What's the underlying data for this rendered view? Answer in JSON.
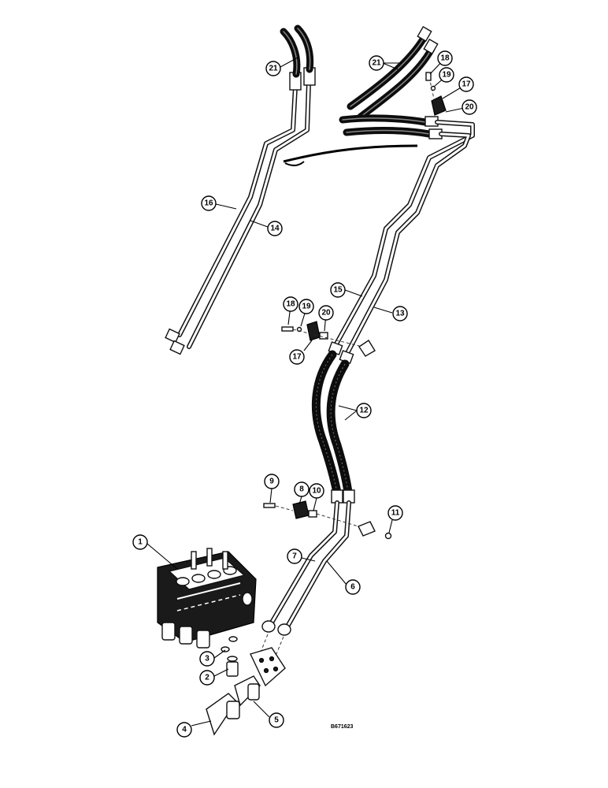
{
  "diagram": {
    "part_number": "B671623",
    "callouts": [
      {
        "id": "c1",
        "label": "1"
      },
      {
        "id": "c2",
        "label": "2"
      },
      {
        "id": "c3",
        "label": "3"
      },
      {
        "id": "c4",
        "label": "4"
      },
      {
        "id": "c5",
        "label": "5"
      },
      {
        "id": "c6",
        "label": "6"
      },
      {
        "id": "c7",
        "label": "7"
      },
      {
        "id": "c8",
        "label": "8"
      },
      {
        "id": "c9",
        "label": "9"
      },
      {
        "id": "c10",
        "label": "10"
      },
      {
        "id": "c11",
        "label": "11"
      },
      {
        "id": "c12",
        "label": "12"
      },
      {
        "id": "c13",
        "label": "13"
      },
      {
        "id": "c14",
        "label": "14"
      },
      {
        "id": "c15",
        "label": "15"
      },
      {
        "id": "c16",
        "label": "16"
      },
      {
        "id": "c17a",
        "label": "17"
      },
      {
        "id": "c17b",
        "label": "17"
      },
      {
        "id": "c18a",
        "label": "18"
      },
      {
        "id": "c18b",
        "label": "18"
      },
      {
        "id": "c19a",
        "label": "19"
      },
      {
        "id": "c19b",
        "label": "19"
      },
      {
        "id": "c20a",
        "label": "20"
      },
      {
        "id": "c20b",
        "label": "20"
      },
      {
        "id": "c21a",
        "label": "21"
      },
      {
        "id": "c21b",
        "label": "21"
      }
    ]
  }
}
